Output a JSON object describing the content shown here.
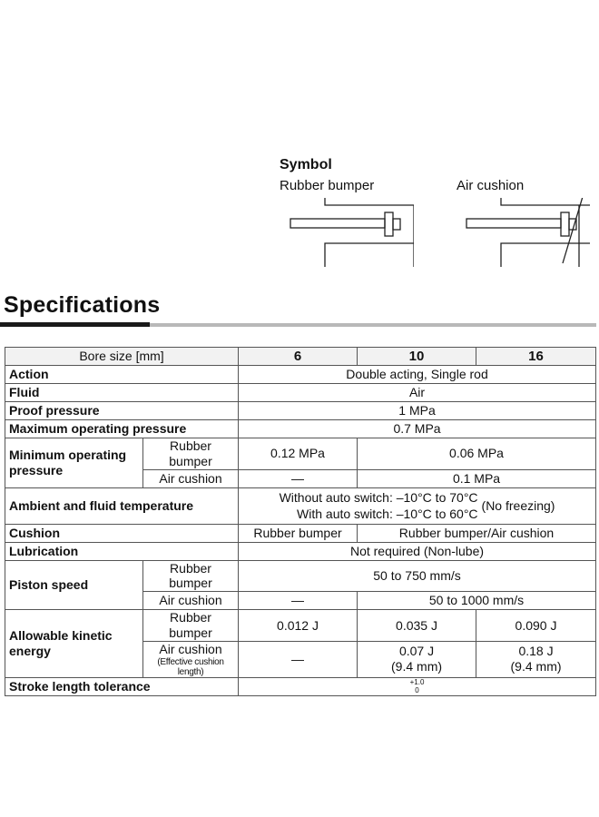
{
  "symbol": {
    "heading": "Symbol",
    "rubber_bumper_label": "Rubber bumper",
    "air_cushion_label": "Air cushion"
  },
  "specifications": {
    "title": "Specifications",
    "header": {
      "label": "Bore size [mm]",
      "sizes": [
        "6",
        "10",
        "16"
      ]
    },
    "rows": {
      "action": {
        "label": "Action",
        "value": "Double acting, Single rod"
      },
      "fluid": {
        "label": "Fluid",
        "value": "Air"
      },
      "proof_pressure": {
        "label": "Proof pressure",
        "value": "1 MPa"
      },
      "max_pressure": {
        "label": "Maximum operating pressure",
        "value": "0.7 MPa"
      },
      "min_pressure": {
        "label": "Minimum operating pressure",
        "rubber_label": "Rubber bumper",
        "rubber_6": "0.12 MPa",
        "rubber_10_16": "0.06 MPa",
        "air_label": "Air cushion",
        "air_6": "—",
        "air_10_16": "0.1 MPa"
      },
      "temperature": {
        "label": "Ambient and fluid temperature",
        "line1": "Without auto switch: –10°C to 70°C",
        "line2": "With auto switch: –10°C to 60°C",
        "note": "(No freezing)"
      },
      "cushion": {
        "label": "Cushion",
        "v6": "Rubber bumper",
        "v10_16": "Rubber bumper/Air cushion"
      },
      "lubrication": {
        "label": "Lubrication",
        "value": "Not required (Non-lube)"
      },
      "piston_speed": {
        "label": "Piston speed",
        "rubber_label": "Rubber bumper",
        "rubber_value": "50 to 750 mm/s",
        "air_label": "Air cushion",
        "air_6": "—",
        "air_10_16": "50 to 1000 mm/s"
      },
      "kinetic": {
        "label": "Allowable kinetic energy",
        "rubber_label": "Rubber bumper",
        "rubber_6": "0.012 J",
        "rubber_10": "0.035 J",
        "rubber_16": "0.090 J",
        "air_label": "Air cushion",
        "air_sub": "(Effective cushion length)",
        "air_6": "—",
        "air_10": "0.07 J",
        "air_10_len": "(9.4 mm)",
        "air_16": "0.18 J",
        "air_16_len": "(9.4 mm)"
      },
      "stroke": {
        "label": "Stroke length tolerance",
        "upper": "+1.0",
        "lower": "0"
      }
    }
  }
}
